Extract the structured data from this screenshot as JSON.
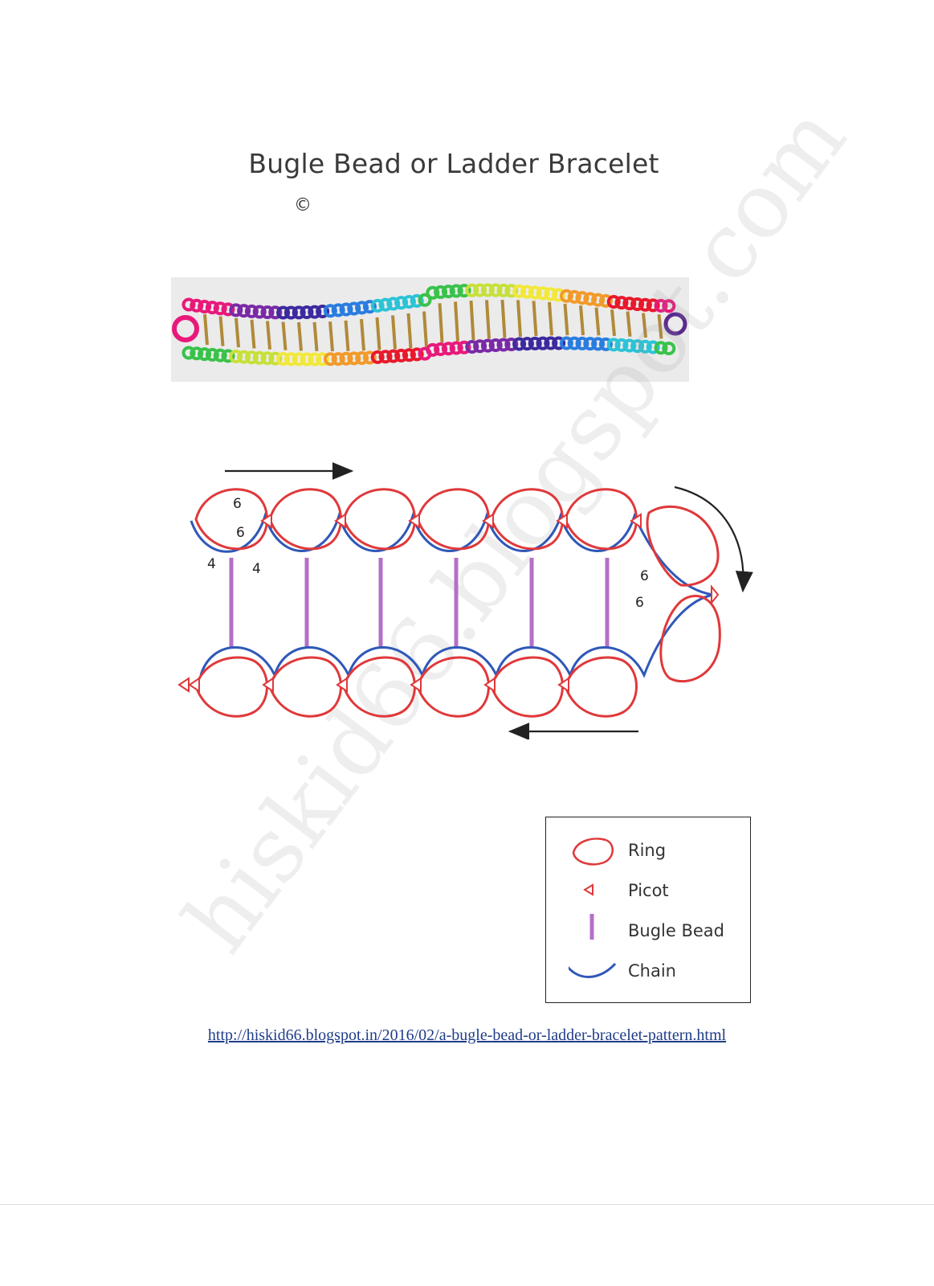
{
  "title": "Bugle Bead or Ladder Bracelet",
  "copyright_symbol": "©",
  "watermark": "hiskid66.blogspot.com",
  "diagram": {
    "stitch_labels": {
      "top_ring_a": "6",
      "top_ring_b": "6",
      "chain_left": "4",
      "chain_right": "4",
      "end_ring_a": "6",
      "end_ring_b": "6"
    },
    "top_rings": 6,
    "bottom_rings": 6,
    "bugle_beads": 6,
    "direction_top": "right",
    "direction_bottom": "left"
  },
  "legend": {
    "items": [
      {
        "label": "Ring",
        "icon": "ring-icon"
      },
      {
        "label": "Picot",
        "icon": "picot-icon"
      },
      {
        "label": "Bugle Bead",
        "icon": "bugle-bead-icon"
      },
      {
        "label": "Chain",
        "icon": "chain-icon"
      }
    ]
  },
  "url": "http://hiskid66.blogspot.in/2016/02/a-bugle-bead-or-ladder-bracelet-pattern.html",
  "colors": {
    "ring": "#e0383a",
    "chain": "#2f58b8",
    "bead": "#b46fc8",
    "arrow": "#222222"
  }
}
